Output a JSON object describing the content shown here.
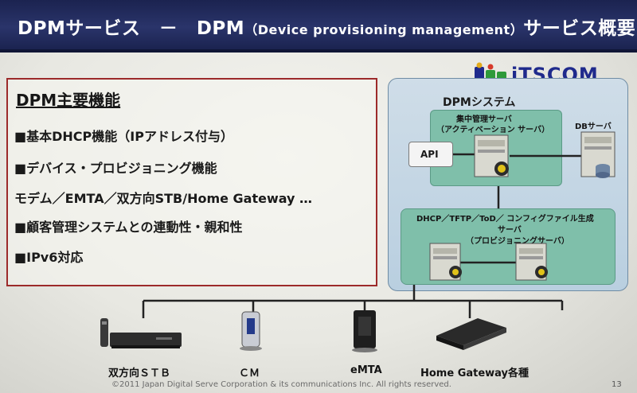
{
  "slide": {
    "title_main": "DPMサービス　－　DPM",
    "title_paren": "（Device provisioning management）",
    "title_tail": "サービス概要"
  },
  "logo": {
    "text": "iTSCOM"
  },
  "functions": {
    "heading": "DPM主要機能",
    "items": [
      "■基本DHCP機能（IPアドレス付与）",
      "■デバイス・プロビジョニング機能",
      "モデム／EMTA／双方向STB/Home Gateway …",
      "■顧客管理システムとの連動性・親和性",
      "■IPv6対応"
    ]
  },
  "system": {
    "label": "DPMシステム",
    "central_server_line1": "集中管理サーバ",
    "central_server_line2": "（アクティベーション サーバ）",
    "db_server": "DBサーバ",
    "api": "API",
    "prov_line1": "DHCP／TFTP／ToD／ コンフィグファイル生成",
    "prov_line2": "サーバ",
    "prov_line3": "（プロビジョニングサーバ）"
  },
  "devices": [
    {
      "label": "双方向ＳＴＢ"
    },
    {
      "label": "ＣＭ"
    },
    {
      "label": "eMTA"
    },
    {
      "label": "Home Gateway各種"
    }
  ],
  "footer": {
    "copyright": "©2011 Japan Digital Serve Corporation & its communications Inc. All rights reserved.",
    "page": "13"
  },
  "colors": {
    "title_bar": "#1b2350",
    "func_border": "#9c2a2a",
    "system_panel": "#b9cfe0",
    "server_group": "#7fbfaa"
  }
}
